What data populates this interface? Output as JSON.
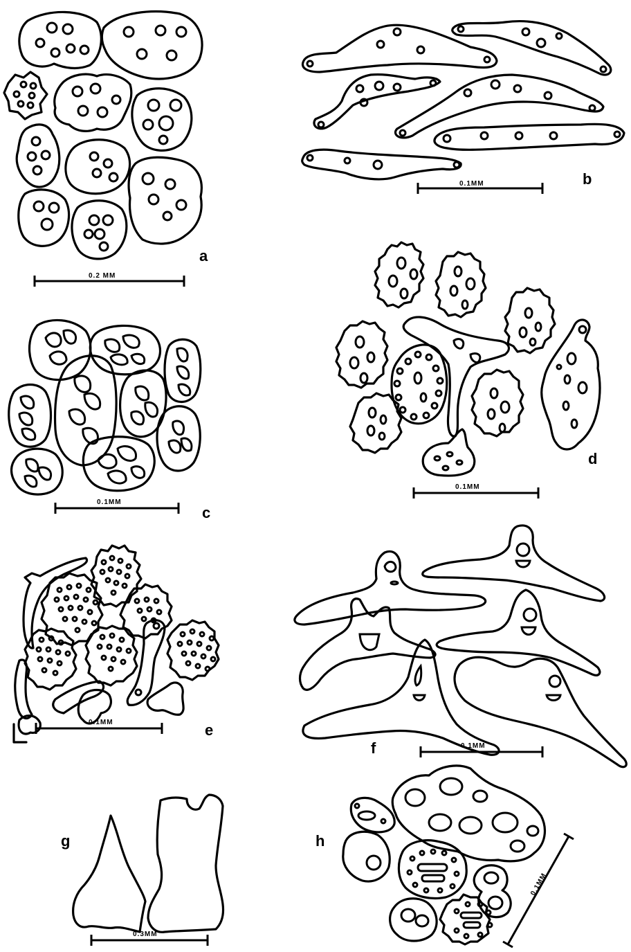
{
  "panels": [
    {
      "id": "a",
      "label": "a",
      "scale": "0.2 MM"
    },
    {
      "id": "b",
      "label": "b",
      "scale": "0.1MM"
    },
    {
      "id": "c",
      "label": "c",
      "scale": "0.1MM"
    },
    {
      "id": "d",
      "label": "d",
      "scale": "0.1MM"
    },
    {
      "id": "e",
      "label": "e",
      "scale": "0.1MM"
    },
    {
      "id": "f",
      "label": "f",
      "scale": "0.1MM"
    },
    {
      "id": "g",
      "label": "g",
      "scale": "0.3MM"
    },
    {
      "id": "h",
      "label": "h",
      "scale": "0.1MM"
    }
  ]
}
